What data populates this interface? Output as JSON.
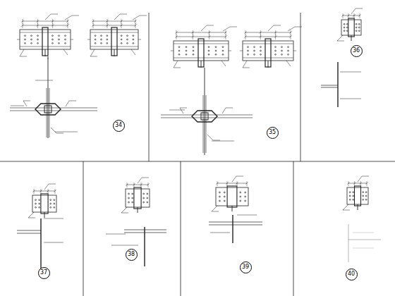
{
  "diagram": {
    "nodes": [
      {
        "text": [
          "34"
        ]
      },
      {
        "text": [
          "35"
        ]
      },
      {
        "text": [
          "36"
        ]
      },
      {
        "text": [
          "37"
        ]
      },
      {
        "text": [
          "38"
        ]
      },
      {
        "text": [
          "39"
        ]
      },
      {
        "text": [
          "40"
        ]
      }
    ]
  }
}
